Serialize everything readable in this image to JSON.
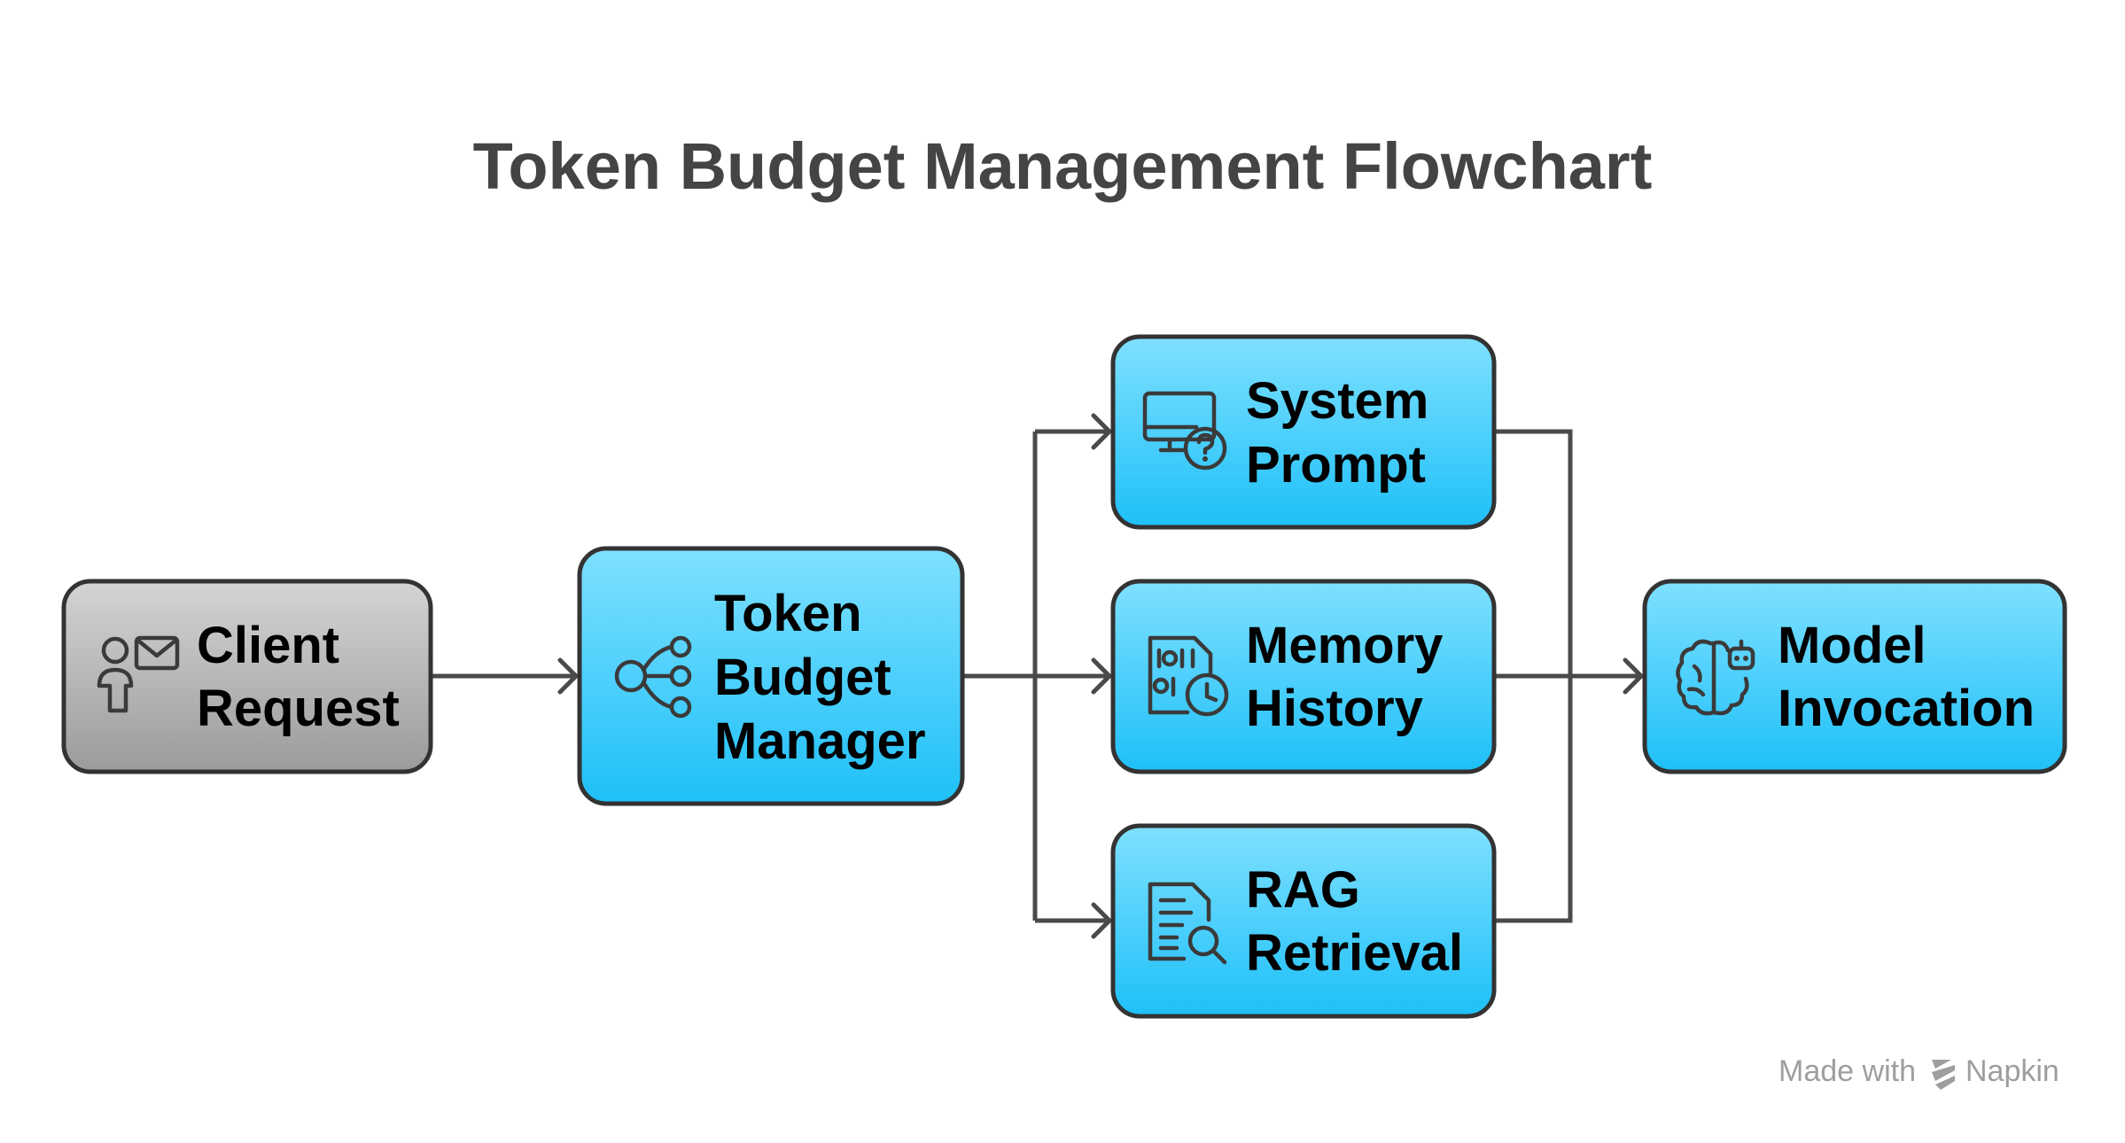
{
  "title": "Token Budget Management Flowchart",
  "colors": {
    "node_blue_top": "#7fe0ff",
    "node_blue_bottom": "#1ec0f8",
    "node_gray_top": "#d4d4d4",
    "node_gray_bottom": "#9b9b9b",
    "stroke": "#333333",
    "title": "#444444"
  },
  "nodes": {
    "client_request": {
      "lines": [
        "Client",
        "Request"
      ],
      "icon": "user-mail-icon"
    },
    "token_budget_manager": {
      "lines": [
        "Token",
        "Budget",
        "Manager"
      ],
      "icon": "share-nodes-icon"
    },
    "system_prompt": {
      "lines": [
        "System",
        "Prompt"
      ],
      "icon": "monitor-question-icon"
    },
    "memory_history": {
      "lines": [
        "Memory",
        "History"
      ],
      "icon": "binary-clock-icon"
    },
    "rag_retrieval": {
      "lines": [
        "RAG",
        "Retrieval"
      ],
      "icon": "document-search-icon"
    },
    "model_invocation": {
      "lines": [
        "Model",
        "Invocation"
      ],
      "icon": "brain-robot-icon"
    }
  },
  "edges": [
    {
      "from": "Client Request",
      "to": "Token Budget Manager"
    },
    {
      "from": "Token Budget Manager",
      "to": "System Prompt"
    },
    {
      "from": "Token Budget Manager",
      "to": "Memory History"
    },
    {
      "from": "Token Budget Manager",
      "to": "RAG Retrieval"
    },
    {
      "from": "System Prompt",
      "to": "Model Invocation"
    },
    {
      "from": "Memory History",
      "to": "Model Invocation"
    },
    {
      "from": "RAG Retrieval",
      "to": "Model Invocation"
    }
  ],
  "watermark": {
    "prefix": "Made with",
    "brand": "Napkin"
  }
}
